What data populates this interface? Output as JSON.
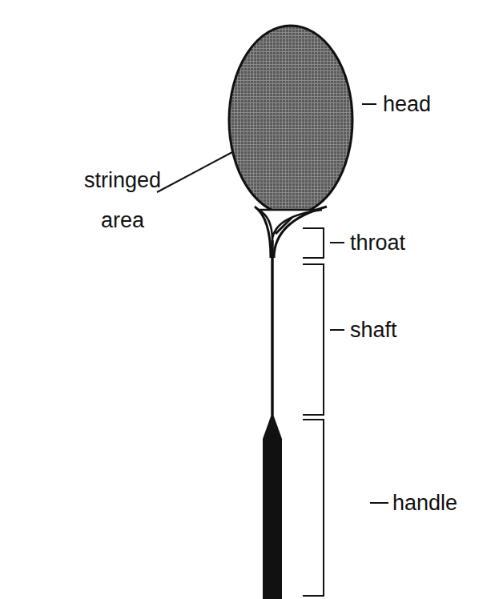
{
  "diagram": {
    "labels": [
      "stringed area",
      "head",
      "throat",
      "shaft",
      "handle"
    ]
  }
}
